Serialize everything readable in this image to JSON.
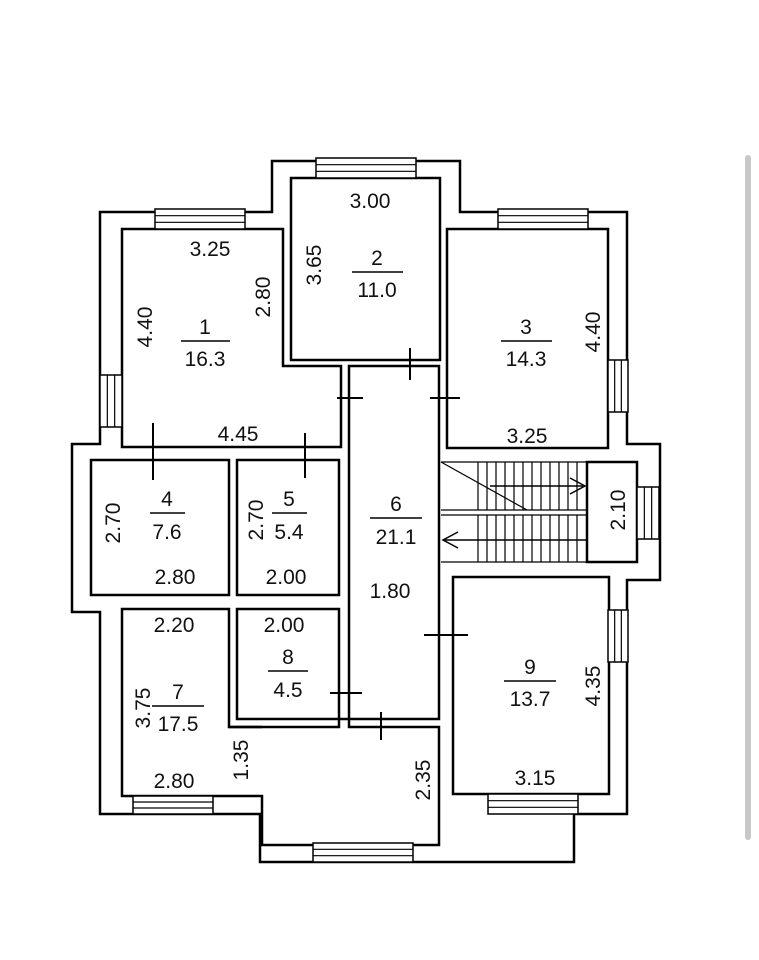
{
  "rooms": [
    {
      "id": "1",
      "number": "1",
      "area": "16.3"
    },
    {
      "id": "2",
      "number": "2",
      "area": "11.0"
    },
    {
      "id": "3",
      "number": "3",
      "area": "14.3"
    },
    {
      "id": "4",
      "number": "4",
      "area": "7.6"
    },
    {
      "id": "5",
      "number": "5",
      "area": "5.4"
    },
    {
      "id": "6",
      "number": "6",
      "area": "21.1"
    },
    {
      "id": "7",
      "number": "7",
      "area": "17.5"
    },
    {
      "id": "8",
      "number": "8",
      "area": "4.5"
    },
    {
      "id": "9",
      "number": "9",
      "area": "13.7"
    }
  ],
  "dimensions": {
    "r1_top": "3.25",
    "r1_left": "4.40",
    "r1_right": "2.80",
    "r1_bottom": "4.45",
    "r2_top": "3.00",
    "r2_left": "3.65",
    "r3_right": "4.40",
    "r3_bottom": "3.25",
    "r4_left": "2.70",
    "r4_bottom": "2.80",
    "r5_left": "2.70",
    "r5_bottom": "2.00",
    "stair_width": "2.10",
    "corridor_width": "1.80",
    "r7_top": "2.20",
    "r7_left": "3.75",
    "r7_bottom": "2.80",
    "r8_top": "2.00",
    "r9_right": "4.35",
    "r9_bottom": "3.15",
    "hall_left": "1.35",
    "hall_right": "2.35"
  }
}
